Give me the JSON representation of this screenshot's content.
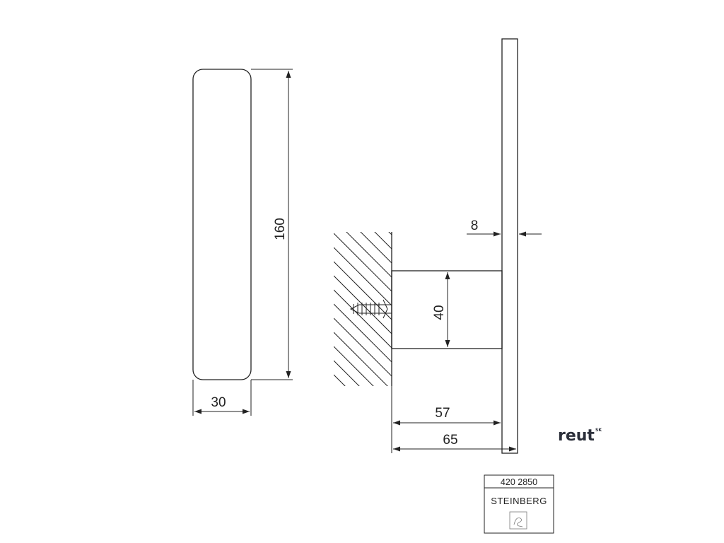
{
  "dimensions": {
    "front_width": "30",
    "front_height": "160",
    "plate_thickness": "8",
    "mount_height": "40",
    "mount_depth": "57",
    "total_depth": "65"
  },
  "title_block": {
    "code": "420 2850",
    "brand": "STEINBERG"
  },
  "watermark": {
    "text": "reut",
    "superscript": "SK"
  },
  "colors": {
    "line": "#222222",
    "brand": "#2b2f3a"
  }
}
